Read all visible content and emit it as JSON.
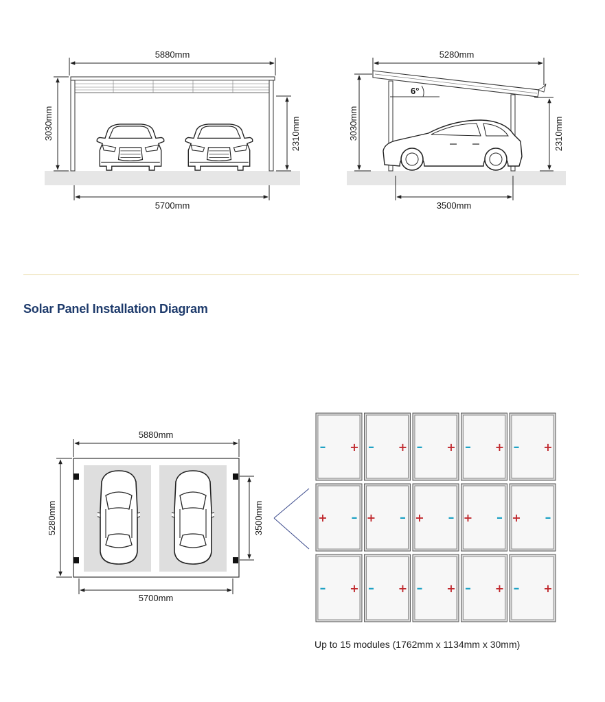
{
  "section_title": "Solar Panel Installation Diagram",
  "front_view": {
    "width_top": "5880mm",
    "width_bottom": "5700mm",
    "height_total": "3030mm",
    "height_clear": "2310mm"
  },
  "side_view": {
    "width_top": "5280mm",
    "width_bottom": "3500mm",
    "height_total": "3030mm",
    "height_clear": "2310mm",
    "angle": "6°"
  },
  "plan_view": {
    "width_top": "5880mm",
    "width_bottom": "5700mm",
    "depth_total": "5280mm",
    "depth_posts": "3500mm"
  },
  "module_grid": {
    "rows": [
      [
        "-",
        "+"
      ],
      [
        "+",
        "-"
      ],
      [
        "-",
        "+"
      ]
    ],
    "columns": 5,
    "minus_color": "#1fa2c4",
    "plus_color": "#c0282d"
  },
  "caption": "Up to 15 modules  (1762mm x 1134mm x 30mm)"
}
